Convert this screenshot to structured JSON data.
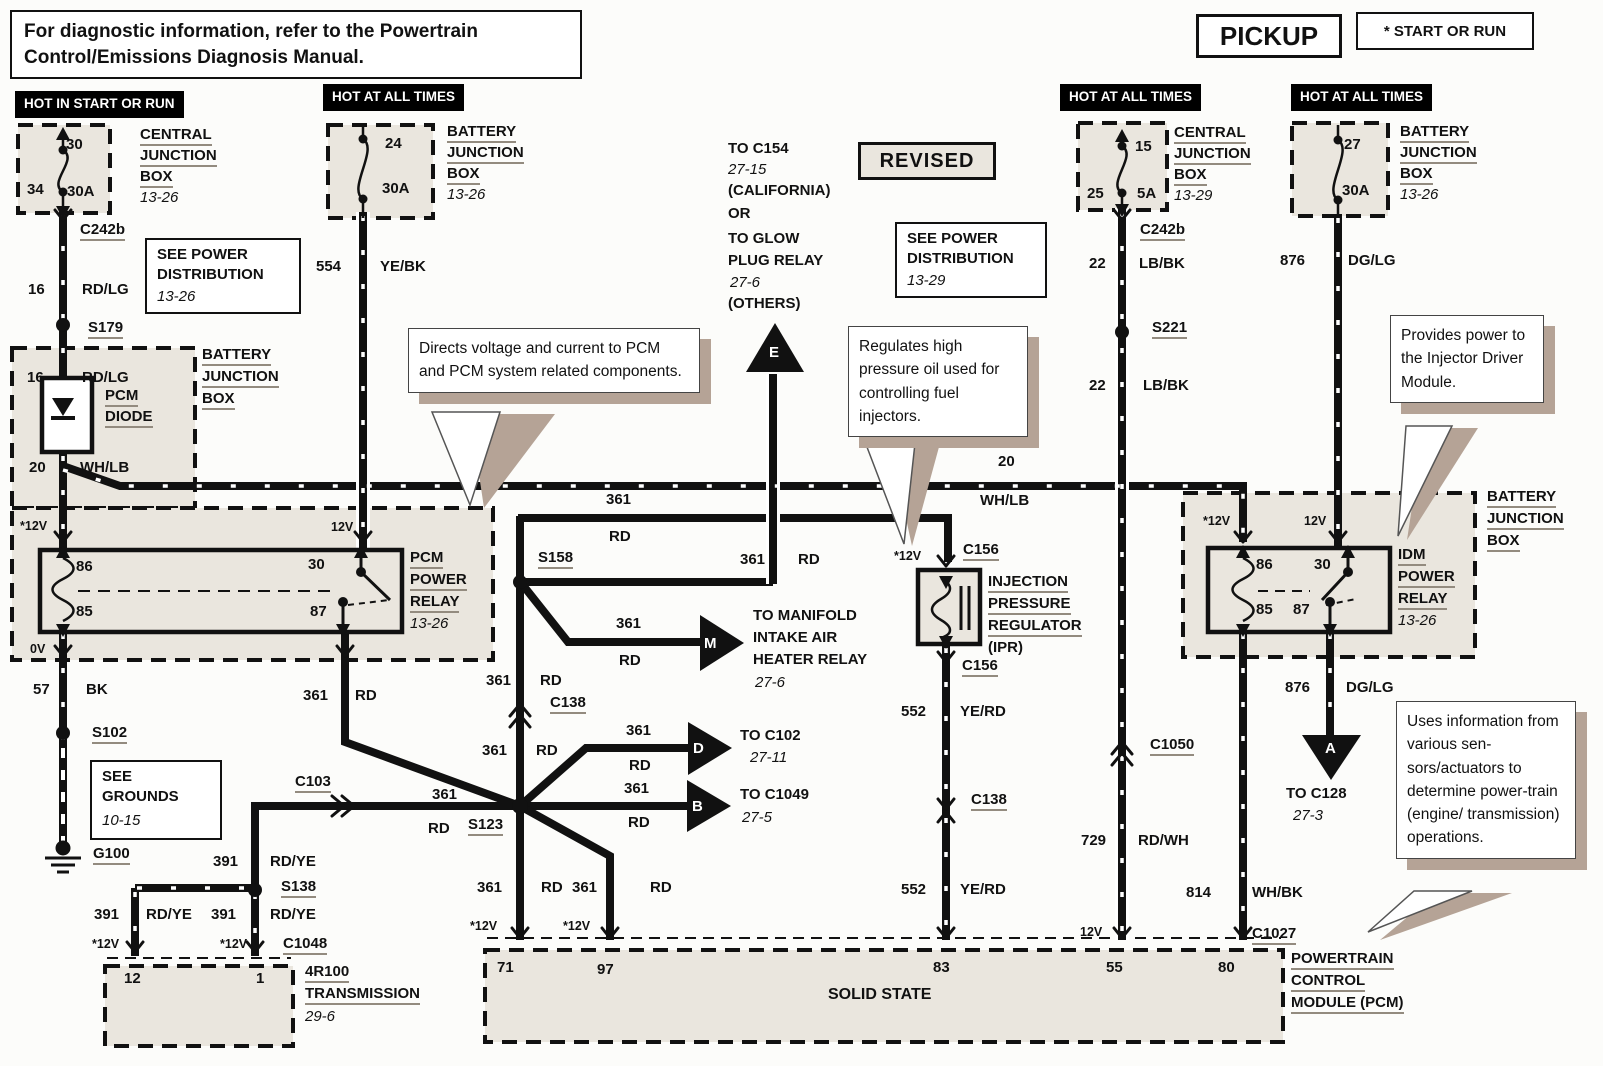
{
  "note": "For diagnostic information, refer to the Powertrain Control/Emissions Diagnosis Manual.",
  "corner": {
    "pickup": "PICKUP",
    "start_or_run": "*  START OR RUN",
    "revised": "REVISED"
  },
  "banners": {
    "hot_in_start_or_run": "HOT IN START OR RUN",
    "hot_at_all_times": "HOT AT ALL TIMES"
  },
  "titles": {
    "central": "CENTRAL",
    "junction": "JUNCTION",
    "box": "BOX",
    "battery": "BATTERY",
    "p13_26": "13-26",
    "p13_29": "13-29",
    "see_power": "SEE POWER",
    "distribution": "DISTRIBUTION",
    "see": "SEE",
    "grounds": "GROUNDS",
    "p10_15": "10-15",
    "pcm": "PCM",
    "diode": "DIODE",
    "power": "POWER",
    "relay": "RELAY",
    "idm": "IDM",
    "injection": "INJECTION",
    "pressure": "PRESSURE",
    "regulator": "REGULATOR",
    "ipr": "(IPR)",
    "powertrain": "POWERTRAIN",
    "control": "CONTROL",
    "module_pcm": "MODULE (PCM)",
    "solid_state": "SOLID STATE",
    "t4r100": "4R100",
    "transmission": "TRANSMISSION",
    "p29_6": "29-6"
  },
  "pins": {
    "f30": "30",
    "f34": "34",
    "f30a": "30A",
    "f24": "24",
    "f15": "15",
    "f25": "25",
    "f5a": "5A",
    "f27": "27",
    "r86": "86",
    "r30": "30",
    "r85": "85",
    "r87": "87",
    "p71": "71",
    "p97": "97",
    "p83": "83",
    "p55": "55",
    "p80": "80",
    "t12": "12",
    "t1": "1"
  },
  "connectors": {
    "c242b": "C242b",
    "s179": "S179",
    "s221": "S221",
    "s102": "S102",
    "s138": "S138",
    "s123": "S123",
    "s158": "S158",
    "g100": "G100",
    "c103": "C103",
    "c1048": "C1048",
    "c138": "C138",
    "c156": "C156",
    "c1050": "C1050",
    "c1027": "C1027"
  },
  "wires": {
    "w16": "16",
    "rdlg": "RD/LG",
    "w554": "554",
    "yebk": "YE/BK",
    "w22": "22",
    "lbbk": "LB/BK",
    "w876": "876",
    "dglg": "DG/LG",
    "w20": "20",
    "whlb": "WH/LB",
    "w57": "57",
    "bk": "BK",
    "w361": "361",
    "rd": "RD",
    "w391": "391",
    "rdye": "RD/YE",
    "w552": "552",
    "yerd": "YE/RD",
    "w729": "729",
    "rdwh": "RD/WH",
    "w814": "814",
    "whbk": "WH/BK"
  },
  "volts": {
    "v12": "12V",
    "v12s": "*12V",
    "v0": "0V"
  },
  "dest": {
    "c154_1": "TO C154",
    "c154_2": "27-15",
    "c154_3": "(CALIFORNIA)",
    "c154_4": "OR",
    "c154_5": "TO GLOW",
    "c154_6": "PLUG RELAY",
    "c154_7": "27-6",
    "c154_8": "(OTHERS)",
    "man_1": "TO MANIFOLD",
    "man_2": "INTAKE AIR",
    "man_3": "HEATER RELAY",
    "man_4": "27-6",
    "c102_1": "TO C102",
    "c102_2": "27-11",
    "c1049_1": "TO C1049",
    "c1049_2": "27-5",
    "c128_1": "TO C128",
    "c128_2": "27-3"
  },
  "letters": {
    "e": "E",
    "m": "M",
    "d": "D",
    "b": "B",
    "a": "A"
  },
  "callouts": {
    "c1": "Directs voltage and current to PCM and PCM system related components.",
    "c2": "Regulates high pressure oil used for controlling fuel injectors.",
    "c3": "Provides power to the Injector Driver Module.",
    "c4": "Uses information from various sen-sors/actuators to determine power-train (engine/ transmission) operations."
  },
  "colors": {
    "beige": "#eae6de",
    "shadow": "#b5a396",
    "black": "#111111"
  }
}
